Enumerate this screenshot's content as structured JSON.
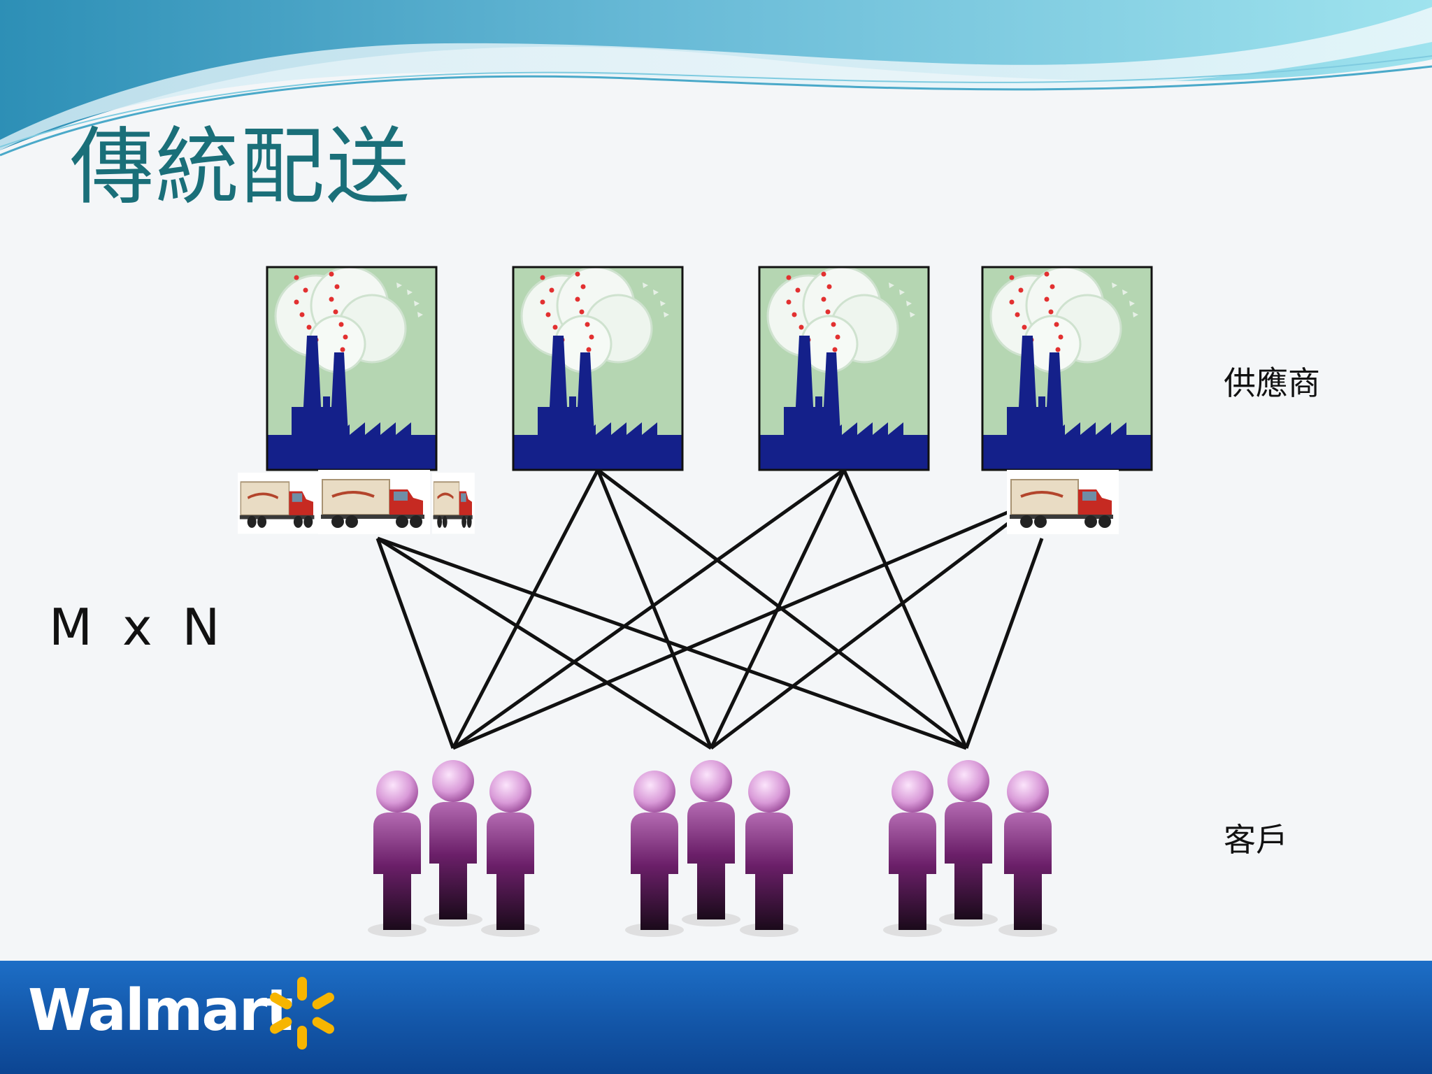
{
  "slide": {
    "title": "傳統配送",
    "ratio_label": "M x N"
  },
  "labels": {
    "suppliers": "供應商",
    "customers": "客戶"
  },
  "footer": {
    "brand": "Walmart"
  },
  "diagram": {
    "supplier_icon": "factory-icon",
    "truck_icon": "truck-icon",
    "customer_icon": "people-group-icon",
    "supplier_count": 4,
    "customer_count": 3
  },
  "colors": {
    "title": "#1a6f79",
    "footer": "#1356a8",
    "spark": "#f7b500",
    "people": "#7a2f78"
  }
}
